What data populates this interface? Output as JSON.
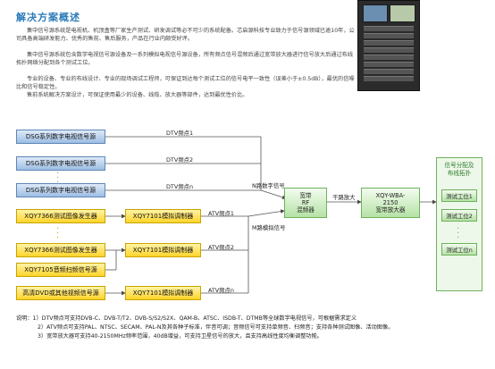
{
  "section_title": "解决方案概述",
  "paragraphs": [
    "集中信号源系统是电视机、机顶盒等厂家生产测试、研发调试等必不可少的系统配备。芯启源科技专业致力于信号源领域已逾10年，公司具备高端研发能力、优秀的售前、售后服务，产品在行业内颇受好评。",
    "集中信号源系统包含数字电视信号源设备及一系列模拟电视信号源设备，所有频点信号混频后通过宽带放大器进行信号放大后通过布线拓扑网络分配到各个测试工位。",
    "专业的设备、专业的布线设计、专业的现场调试工程师，可保证到达每个测试工位的信号电平一致性（误差小于±0.5dB），最优的信噪比和信号稳定性。",
    "售前系统解决方案设计，可保证使用最少的设备、线缆、放大器等部件，达到最优性价比。"
  ],
  "diagram": {
    "dsg_sources": [
      "DSG系列数字电视信号源",
      "DSG系列数字电视信号源",
      "DSG系列数字电视信号源"
    ],
    "dtv_labels": [
      "DTV频点1",
      "DTV频点2",
      "DTV频点n"
    ],
    "analog_sources": [
      "XQY7366测试图像发生器",
      "XQY7366测试图像发生器",
      "XQY7105音频扫频信号源",
      "高清DVD或其他视频信号源"
    ],
    "modulators": [
      "XQY7101模拟调制器",
      "XQY7101模拟调制器",
      "XQY7101模拟调制器"
    ],
    "atv_labels": [
      "ATV频点1",
      "ATV频点2",
      "ATV频点n"
    ],
    "n_label": "N路数字信号",
    "m_label": "M路模拟信号",
    "mixer": "宽带\nRF\n混频器",
    "dry_amp_label": "干路放大",
    "amplifier": "XQY-WBA-\n2150\n宽带放大器",
    "distribution_title": "信号分配及\n布线拓扑",
    "stations": [
      "测试工位1",
      "测试工位2",
      "测试工位n"
    ]
  },
  "notes": [
    "说明：1）DTV频点可支持DVB-C、DVB-T/T2、DVB-S/S2/S2X、QAM-B、ATSC、ISDB-T、DTMB等全球数字电视信号，可根据需求定义",
    "2）ATV频点可支持PAL、NTSC、SECAM、PAL-N及其各种子标准，伴音可调；音频信号可支持单频音、扫频音；支持各种测试图像、活动图像。",
    "3）宽带放大器可支持40-2150MHz频率范围，40dB增益，可支持卫星信号的放大，且支持高线性度均衡调整功能。"
  ]
}
